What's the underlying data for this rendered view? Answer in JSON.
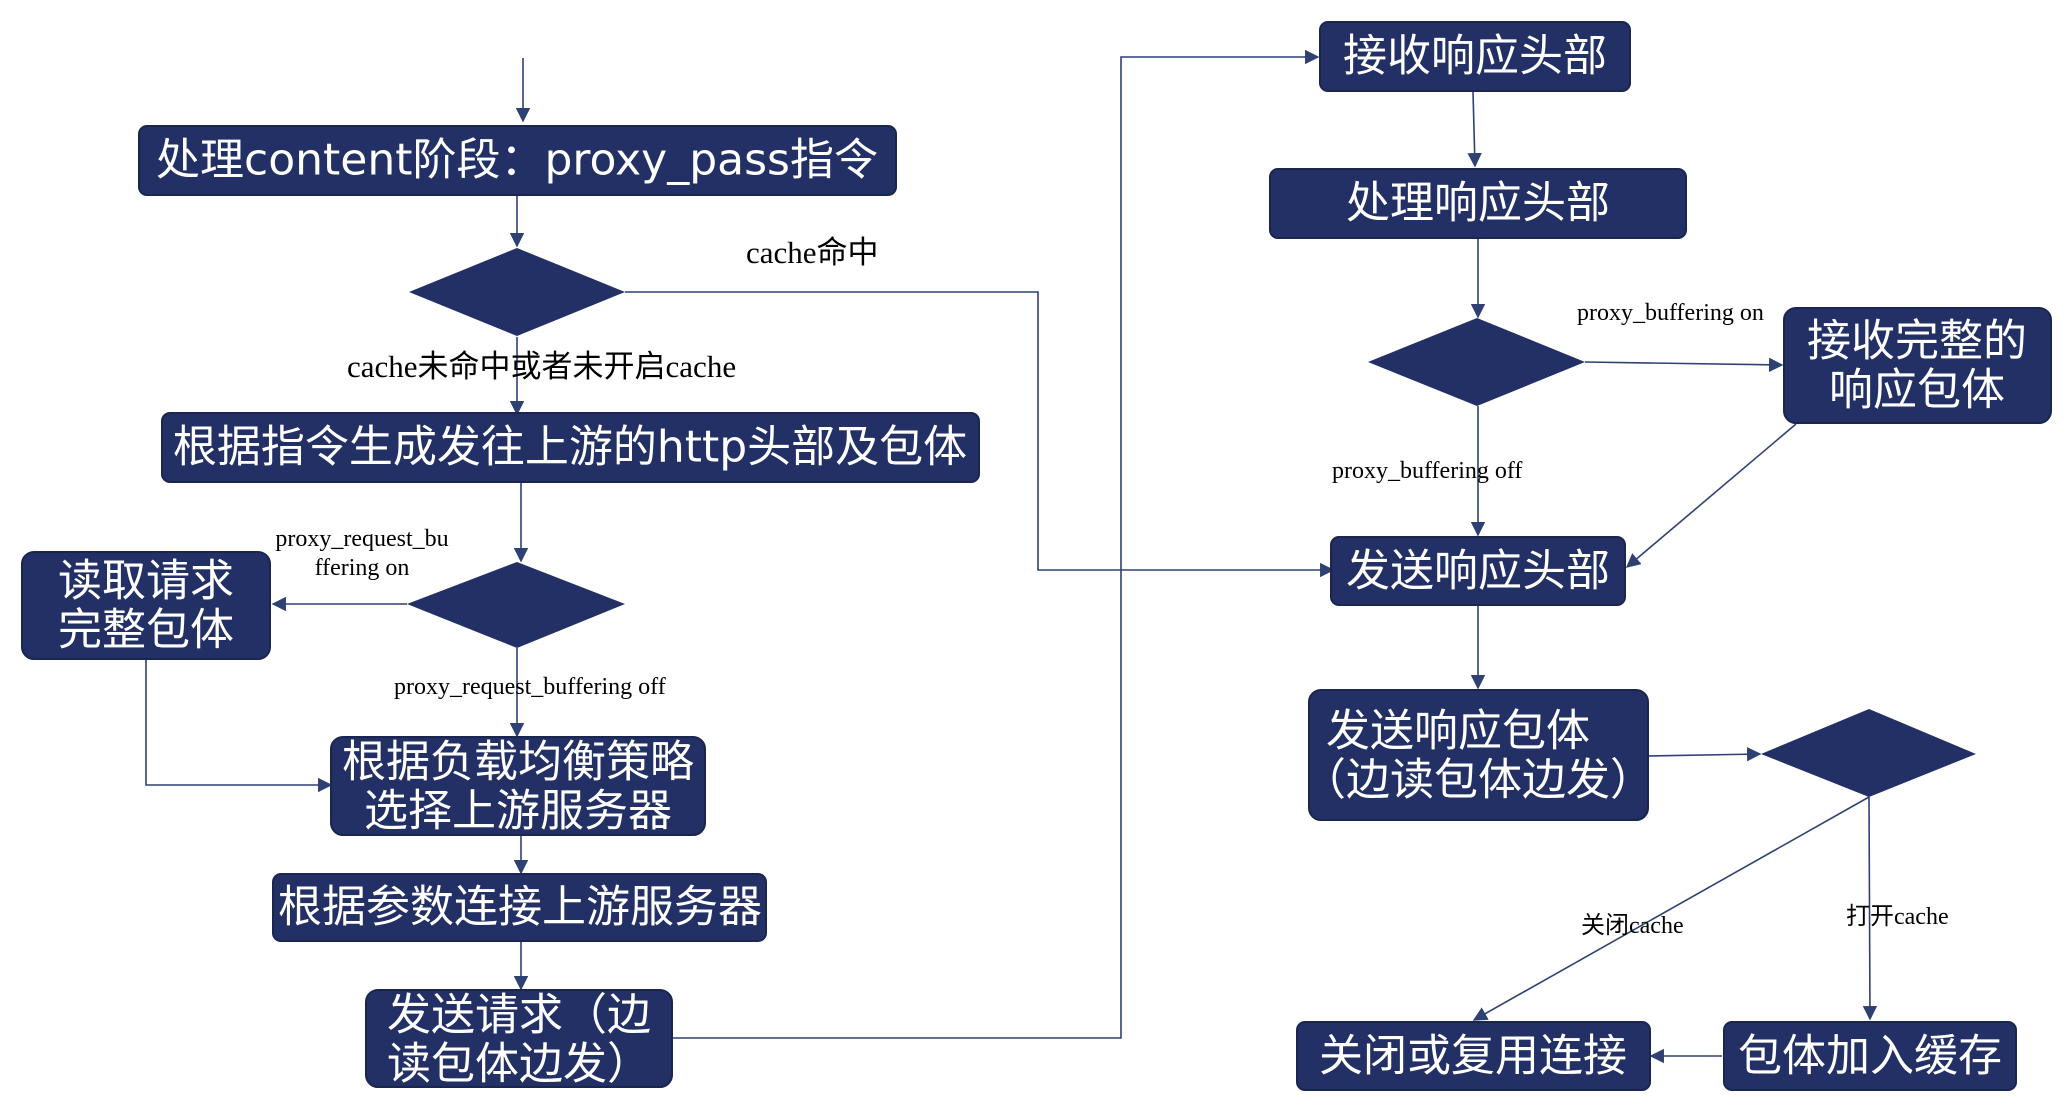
{
  "nodes": {
    "process_content": "处理content阶段：proxy_pass指令",
    "gen_headers": "根据指令生成发往上游的http头部及包体",
    "read_body": [
      "读取请求",
      "完整包体"
    ],
    "lb_select": [
      "根据负载均衡策略",
      "选择上游服务器"
    ],
    "connect_upstream": "根据参数连接上游服务器",
    "send_request": [
      "发送请求（边",
      "读包体边发）"
    ],
    "recv_headers": "接收响应头部",
    "process_headers": "处理响应头部",
    "recv_full_body": [
      "接收完整的",
      "响应包体"
    ],
    "send_headers": "发送响应头部",
    "send_body": [
      "发送响应包体",
      "（边读包体边发）"
    ],
    "close_reuse": "关闭或复用连接",
    "add_cache": "包体加入缓存"
  },
  "labels": {
    "cache_hit": "cache命中",
    "cache_miss": "cache未命中或者未开启cache",
    "req_buf_on": [
      "proxy_request_bu",
      "ffering on"
    ],
    "req_buf_off": "proxy_request_buffering off",
    "buf_on": "proxy_buffering on",
    "buf_off": "proxy_buffering off",
    "cache_off": "关闭cache",
    "cache_on": "打开cache"
  }
}
